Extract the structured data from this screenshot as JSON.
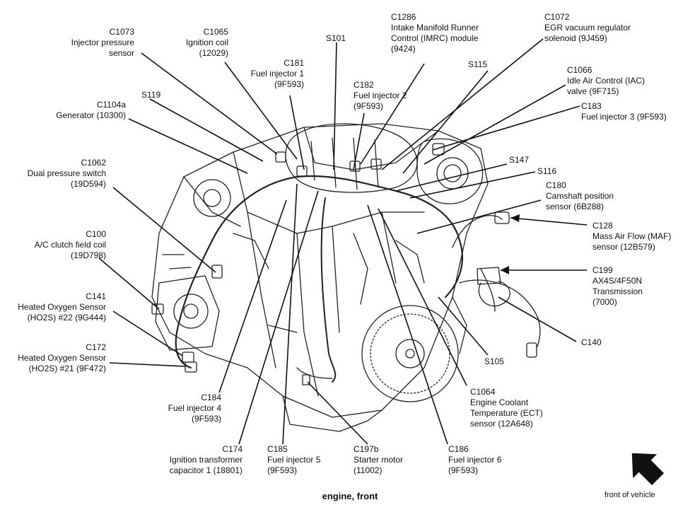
{
  "caption": "engine, front",
  "front_of_vehicle": "front of vehicle",
  "labels": {
    "c1073": [
      "C1073",
      "Injector pressure",
      "sensor"
    ],
    "c1065": [
      "C1065",
      "Ignition coil",
      "(12029)"
    ],
    "c181": [
      "C181",
      "Fuel injector 1",
      "(9F593)"
    ],
    "s101": [
      "S101"
    ],
    "c1286": [
      "C1286",
      "Intake Manifold Runner",
      "Control (IMRC) module",
      "(9424)"
    ],
    "c1072": [
      "C1072",
      "EGR vacuum regulator",
      "solenoid (9J459)"
    ],
    "s115": [
      "S115"
    ],
    "c1066": [
      "C1066",
      "Idle Air Control (IAC)",
      "valve (9F715)"
    ],
    "c183": [
      "C183",
      "Fuel injector 3 (9F593)"
    ],
    "c182": [
      "C182",
      "Fuel injector 2",
      "(9F593)"
    ],
    "s119": [
      "S119"
    ],
    "c1104a": [
      "C1104a",
      "Generator (10300)"
    ],
    "s147": [
      "S147"
    ],
    "s116": [
      "S116"
    ],
    "c180": [
      "C180",
      "Camshaft position",
      "sensor (6B288)"
    ],
    "c1062": [
      "C1062",
      "Dual pressure switch",
      "(19D594)"
    ],
    "c128": [
      "C128",
      "Mass Air Flow (MAF)",
      "sensor (12B579)"
    ],
    "c100": [
      "C100",
      "A/C clutch field coil",
      "(19D798)"
    ],
    "c199": [
      "C199",
      "AX4S/4F50N",
      "Transmission",
      "(7000)"
    ],
    "c141": [
      "C141",
      "Heated Oxygen Sensor",
      "(HO2S) #22 (9G444)"
    ],
    "c140": [
      "C140"
    ],
    "c172": [
      "C172",
      "Heated Oxygen Sensor",
      "(HO2S) #21 (9F472)"
    ],
    "s105": [
      "S105"
    ],
    "c184": [
      "C184",
      "Fuel injector 4",
      "(9F593)"
    ],
    "c1064": [
      "C1064",
      "Engine Coolant",
      "Temperature (ECT)",
      "sensor (12A648)"
    ],
    "c174": [
      "C174",
      "Ignition transformer",
      "capacitor 1 (18801)"
    ],
    "c185": [
      "C185",
      "Fuel injector 5",
      "(9F593)"
    ],
    "c197b": [
      "C197b",
      "Starter motor",
      "(11002)"
    ],
    "c186": [
      "C186",
      "Fuel injector 6",
      "(9F593)"
    ]
  }
}
